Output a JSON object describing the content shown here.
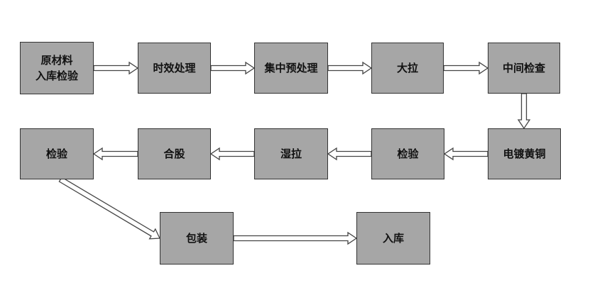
{
  "diagram": {
    "colors": {
      "node_fill": "#a6a6a6",
      "node_border": "#333333",
      "arrow": "#444444",
      "background": "#ffffff"
    },
    "nodes": [
      {
        "id": "n1",
        "label": "原材料\n入库检验"
      },
      {
        "id": "n2",
        "label": "时效处理"
      },
      {
        "id": "n3",
        "label": "集中预处理"
      },
      {
        "id": "n4",
        "label": "大拉"
      },
      {
        "id": "n5",
        "label": "中间检查"
      },
      {
        "id": "n6",
        "label": "电镀黄铜"
      },
      {
        "id": "n7",
        "label": "检验"
      },
      {
        "id": "n8",
        "label": "湿拉"
      },
      {
        "id": "n9",
        "label": "合股"
      },
      {
        "id": "n10",
        "label": "检验"
      },
      {
        "id": "n11",
        "label": "包装"
      },
      {
        "id": "n12",
        "label": "入库"
      }
    ],
    "edges": [
      {
        "from": "n1",
        "to": "n2"
      },
      {
        "from": "n2",
        "to": "n3"
      },
      {
        "from": "n3",
        "to": "n4"
      },
      {
        "from": "n4",
        "to": "n5"
      },
      {
        "from": "n5",
        "to": "n6"
      },
      {
        "from": "n6",
        "to": "n7"
      },
      {
        "from": "n7",
        "to": "n8"
      },
      {
        "from": "n8",
        "to": "n9"
      },
      {
        "from": "n9",
        "to": "n10"
      },
      {
        "from": "n10",
        "to": "n11"
      },
      {
        "from": "n11",
        "to": "n12"
      }
    ]
  }
}
